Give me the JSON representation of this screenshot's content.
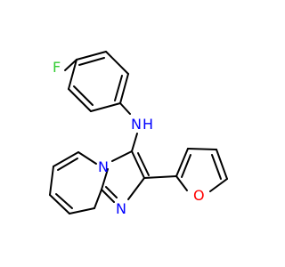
{
  "colors": {
    "bond": "#000000",
    "carbon": "#000000",
    "nitrogen": "#0000FF",
    "oxygen": "#FF0000",
    "fluorine": "#33CC33",
    "background": "#FFFFFF"
  },
  "labels": {
    "fluorine": "F",
    "amine_n": "N",
    "amine_h": "H",
    "ring_n_bridge": "N",
    "ring_n_imine": "N",
    "furan_o": "O"
  }
}
